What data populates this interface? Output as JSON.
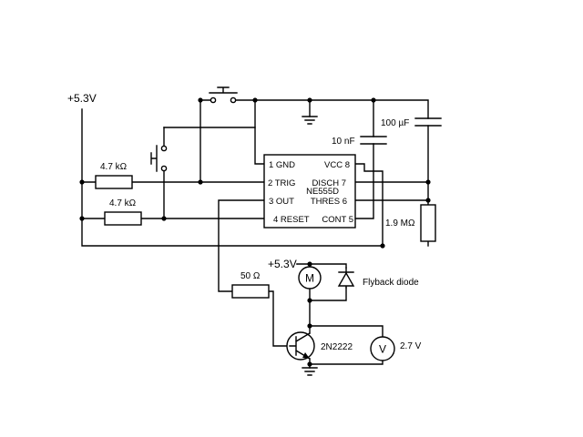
{
  "supply": {
    "top_label": "+5.3V",
    "motor_label": "+5.3V"
  },
  "resistors": {
    "r1": "4.7 kΩ",
    "r2": "4.7 kΩ",
    "r3": "1.9 MΩ",
    "r4": "50 Ω"
  },
  "capacitors": {
    "c1": "10 nF",
    "c2": "100 µF"
  },
  "chip": {
    "name": "NE555D",
    "pins": {
      "gnd": "1 GND",
      "trig": "2 TRIG",
      "out": "3 OUT",
      "reset": "4 RESET",
      "vcc": "VCC 8",
      "disch": "DISCH 7",
      "thres": "THRES 6",
      "cont": "CONT 5"
    }
  },
  "motor": {
    "symbol": "M"
  },
  "diode": {
    "label": "Flyback diode"
  },
  "transistor": {
    "label": "2N2222"
  },
  "voltmeter": {
    "symbol": "V",
    "reading": "2.7 V"
  }
}
